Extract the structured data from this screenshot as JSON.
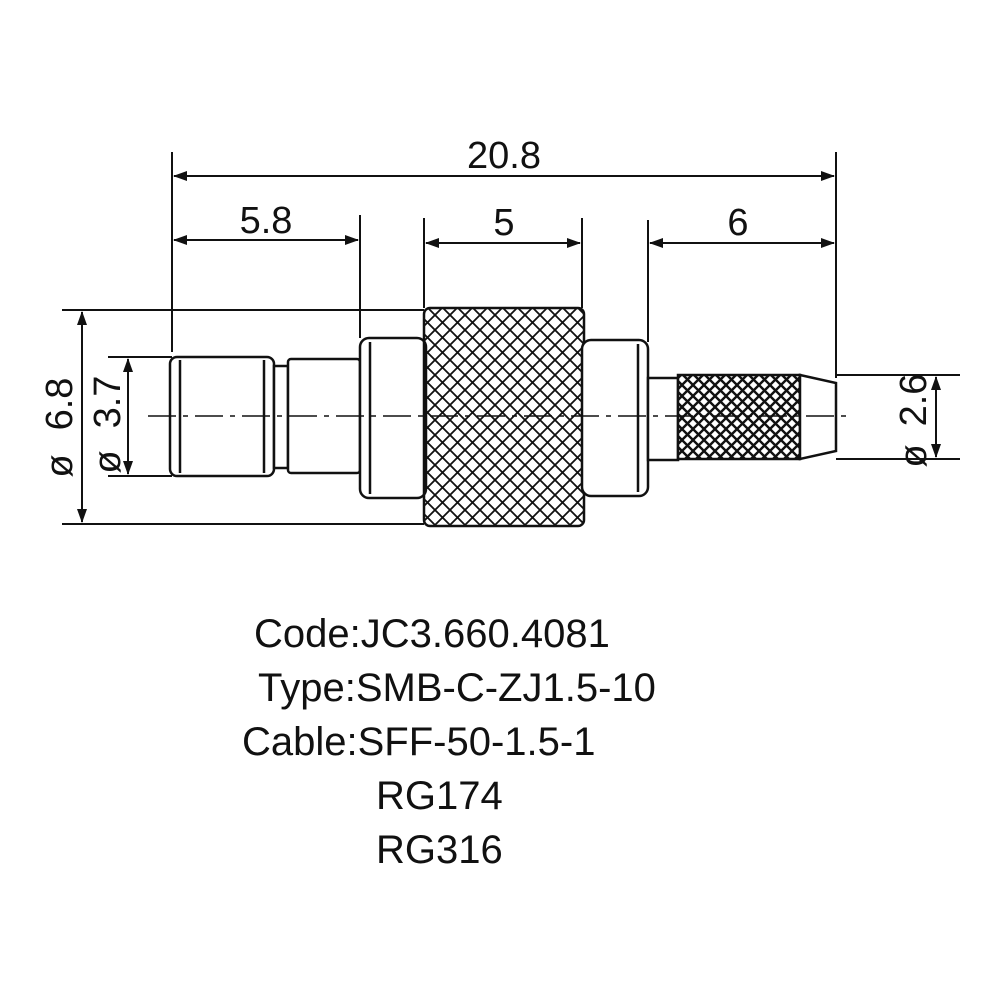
{
  "dimensions": {
    "overall_length": "20.8",
    "left_section": "5.8",
    "knurl_width": "5",
    "crimp_length": "6",
    "outer_diameter": "6.8",
    "inner_diameter": "3.7",
    "ferrule_diameter": "2.6",
    "diameter_symbol": "ø"
  },
  "specs": {
    "code_label": "Code:",
    "code_value": "JC3.660.4081",
    "type_label": "Type:",
    "type_value": "SMB-C-ZJ1.5-10",
    "cable_label": "Cable:",
    "cable_values": [
      "SFF-50-1.5-1",
      "RG174",
      "RG316"
    ]
  }
}
